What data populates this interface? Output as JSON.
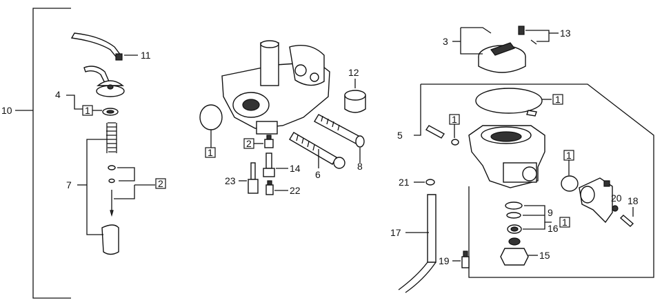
{
  "colors": {
    "ink": "#111111",
    "paper": "#ffffff"
  },
  "labels": {
    "p10": "10",
    "p11": "11",
    "p4": "4",
    "k1a": "1",
    "p7": "7",
    "k2a": "2",
    "p12": "12",
    "k1b": "1",
    "k2b": "2",
    "p14": "14",
    "p23": "23",
    "p22": "22",
    "p6": "6",
    "p8": "8",
    "p3": "3",
    "p13": "13",
    "k1c": "1",
    "p5": "5",
    "k1d": "1",
    "k1e": "1",
    "p21": "21",
    "p9": "9",
    "p16": "16",
    "k1f": "1",
    "p20": "20",
    "p18": "18",
    "p17": "17",
    "p15": "15",
    "p19": "19"
  }
}
